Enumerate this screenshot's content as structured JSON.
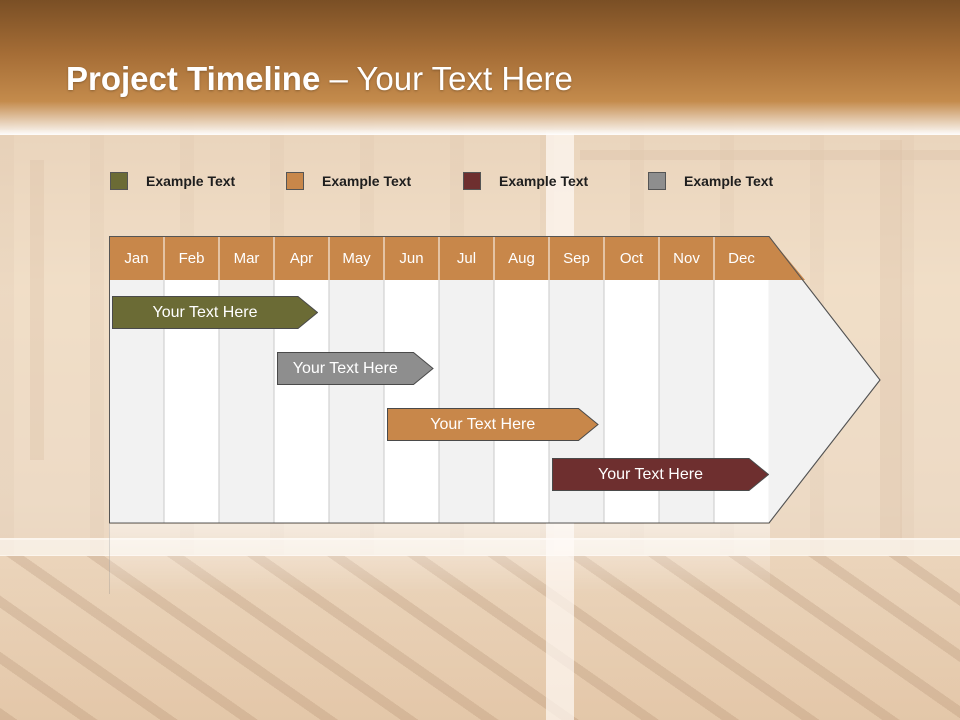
{
  "slide": {
    "title_bold": "Project Timeline",
    "title_rest": " – Your Text Here"
  },
  "legend": [
    {
      "label": "Example Text",
      "color": "#6b6b35"
    },
    {
      "label": "Example Text",
      "color": "#c8874a"
    },
    {
      "label": "Example Text",
      "color": "#6e2f2f"
    },
    {
      "label": "Example Text",
      "color": "#8e8e8e"
    }
  ],
  "timeline": {
    "header_color": "#c8874a",
    "months": [
      "Jan",
      "Feb",
      "Mar",
      "Apr",
      "May",
      "Jun",
      "Jul",
      "Aug",
      "Sep",
      "Oct",
      "Nov",
      "Dec"
    ],
    "bars": [
      {
        "label": "Your  Text Here",
        "start_month": 0.0,
        "end_month": 3.8,
        "color": "#6b6b35"
      },
      {
        "label": "Your  Text Here",
        "start_month": 3.0,
        "end_month": 5.9,
        "color": "#8e8e8e"
      },
      {
        "label": "Your  Text Here",
        "start_month": 5.0,
        "end_month": 8.9,
        "color": "#c8874a"
      },
      {
        "label": "Your  Text Here",
        "start_month": 8.0,
        "end_month": 12.0,
        "color": "#6e2f2f"
      }
    ]
  }
}
